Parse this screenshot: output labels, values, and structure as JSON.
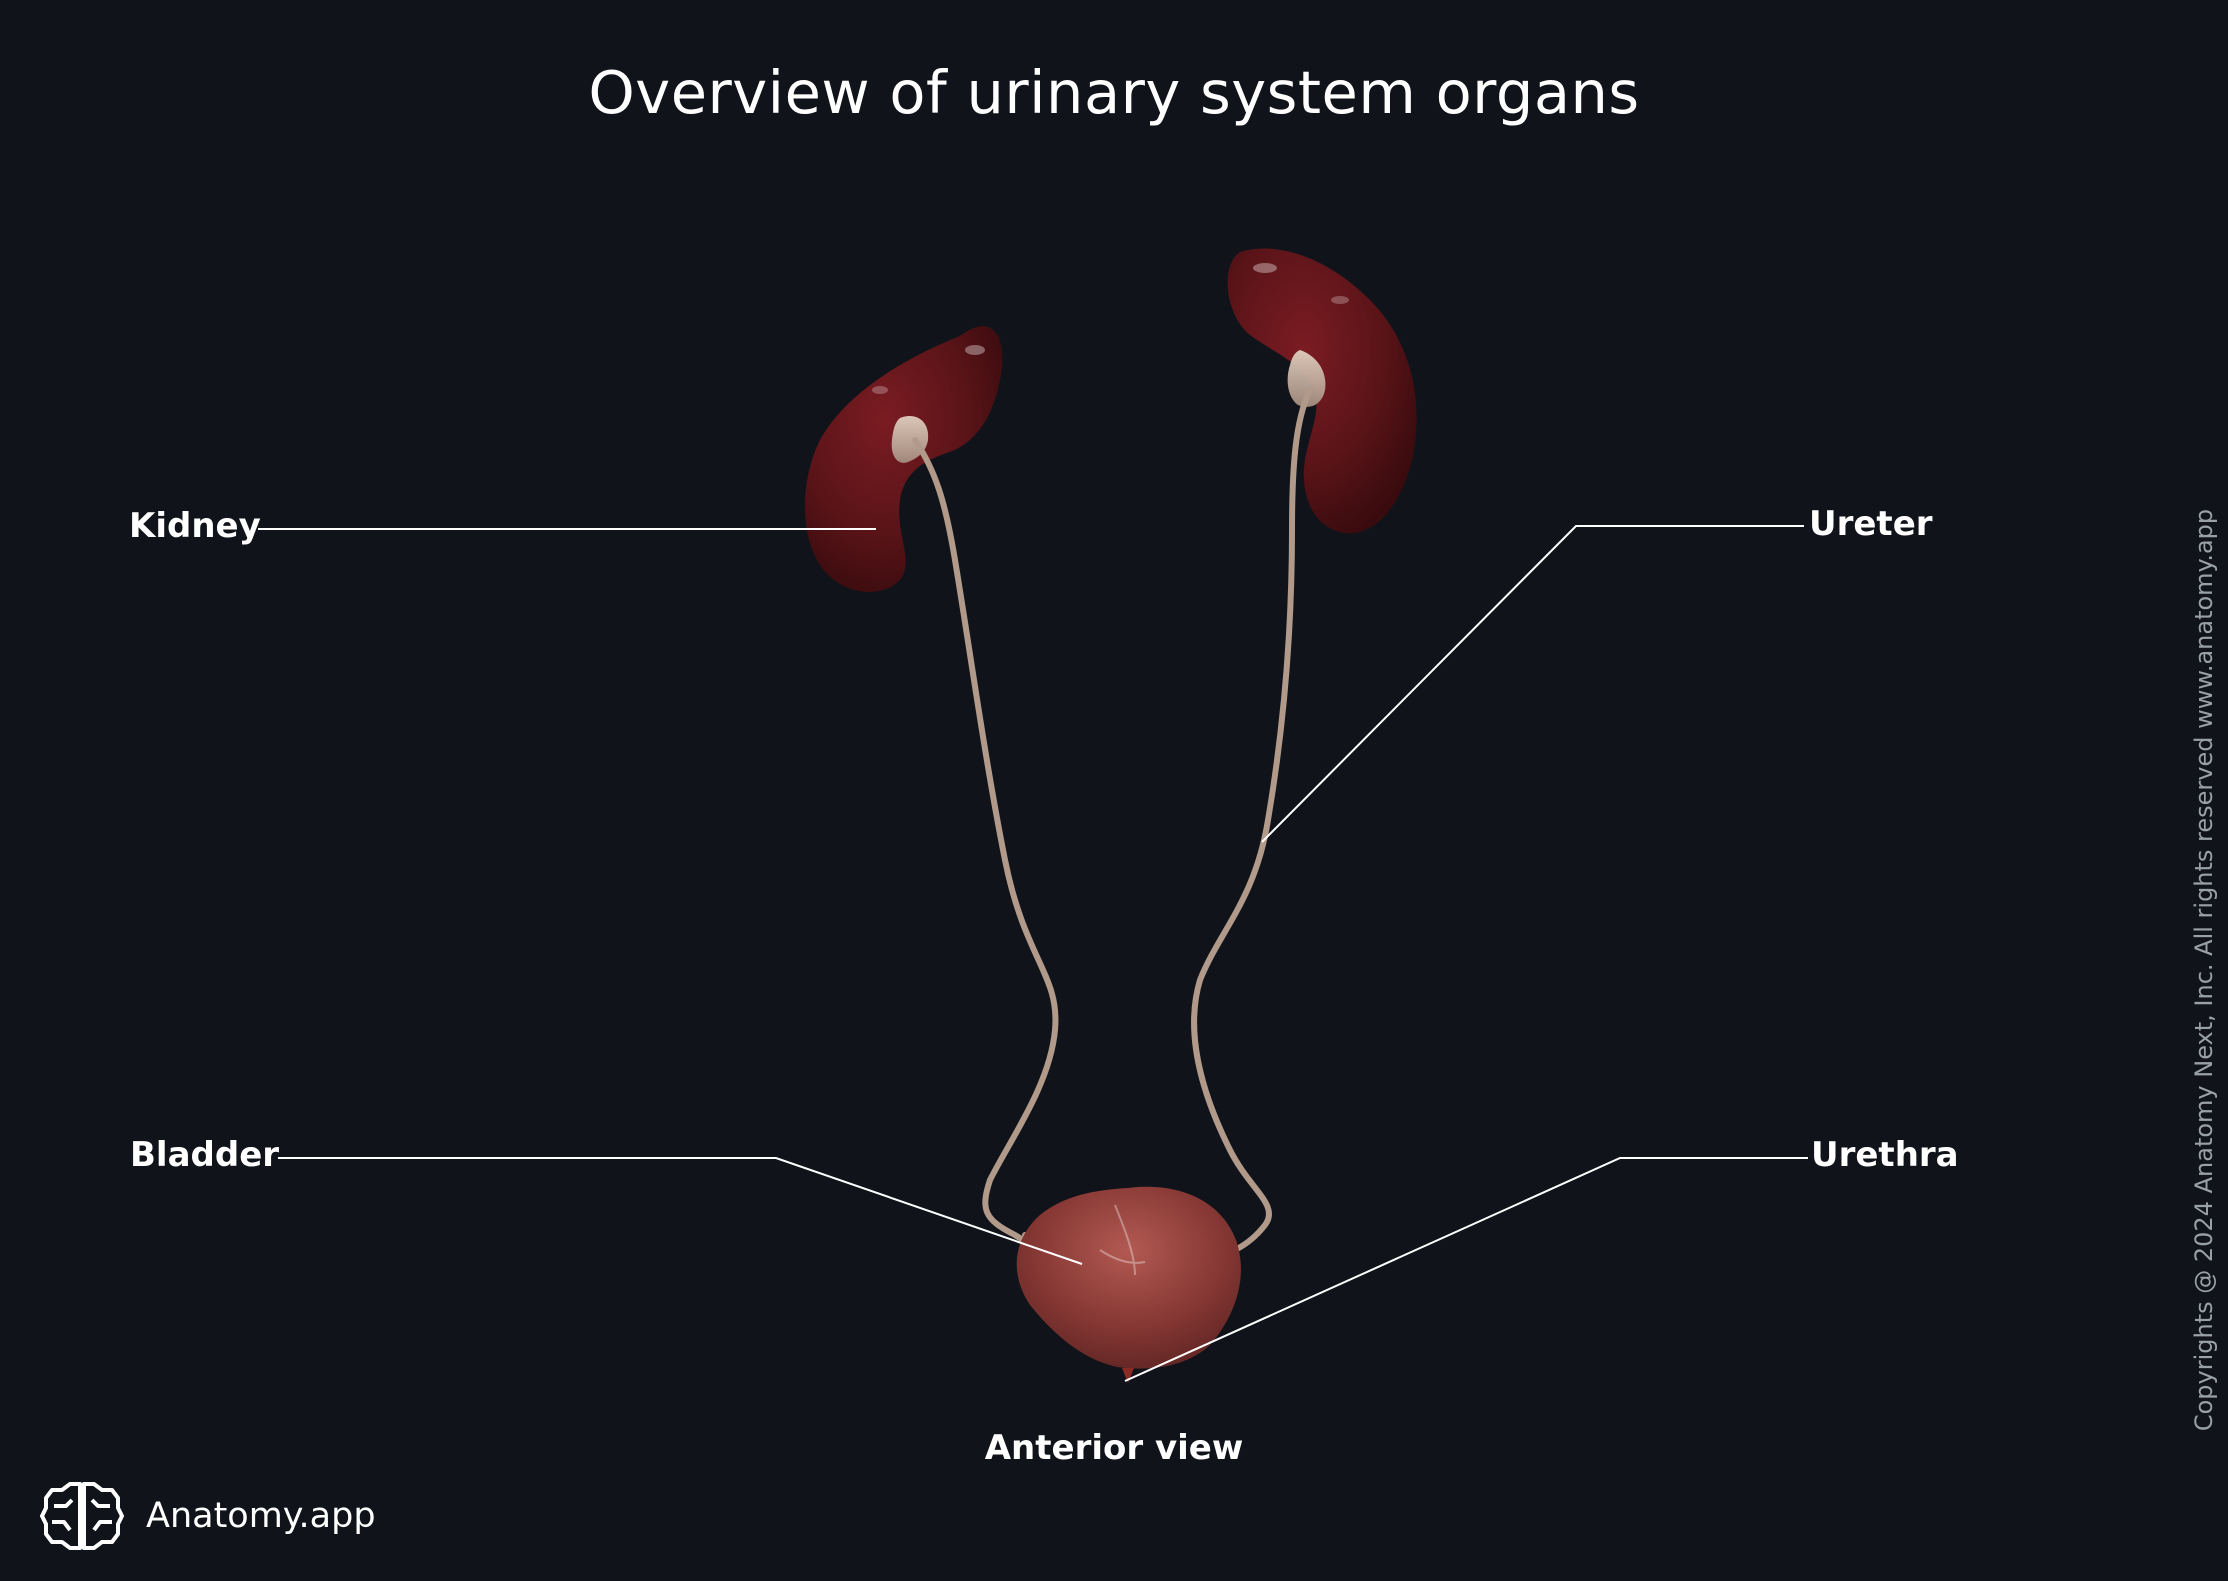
{
  "title": "Overview of urinary system organs",
  "labels": {
    "kidney": "Kidney",
    "ureter": "Ureter",
    "bladder": "Bladder",
    "urethra": "Urethra"
  },
  "view_caption": "Anterior view",
  "brand": {
    "name": "Anatomy.app",
    "icon": "brain-logo-icon"
  },
  "copyright": "Copyrights @ 2024 Anatomy Next, Inc. All rights reserved www.anatomy.app",
  "colors": {
    "background": "#10141a",
    "text": "#ffffff",
    "kidney": "#5a1418",
    "bladder": "#8a3a36",
    "ureter": "#b19a8a",
    "leader_line": "#ffffff",
    "copyright_text": "#9aa0a8"
  }
}
